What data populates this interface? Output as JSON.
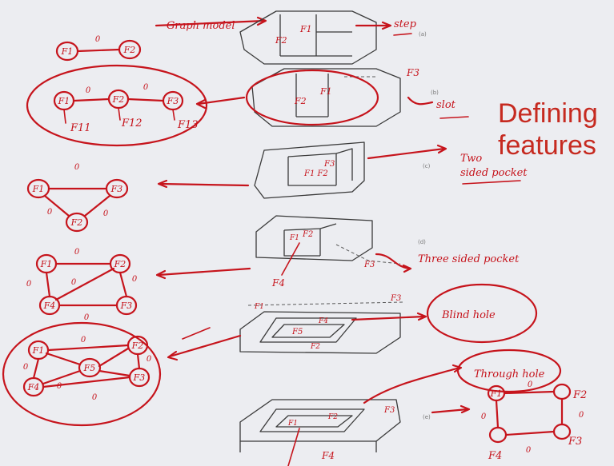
{
  "title": {
    "line1": "Defining",
    "line2": "features"
  },
  "notes": {
    "graph_model": "Graph model"
  },
  "step": {
    "label": "step",
    "fig": "(a)",
    "part_f1": "F1",
    "part_f2": "F2",
    "graph": {
      "nodes": [
        "F1",
        "F2"
      ],
      "edges": [
        "0"
      ]
    }
  },
  "slot": {
    "label": "slot",
    "fig": "(b)",
    "part_f1": "F1",
    "part_f2": "F2",
    "part_f3": "F3",
    "graph": {
      "nodes": [
        "F1",
        "F2",
        "F3"
      ],
      "edges": [
        "0",
        "0"
      ],
      "subnodes": [
        "F11",
        "F12",
        "F13"
      ]
    }
  },
  "two_sided_pocket": {
    "label_line1": "Two",
    "label_line2": "sided pocket",
    "fig": "(c)",
    "part_f3": "F3",
    "part_f1f2": "F1 F2",
    "graph": {
      "nodes": [
        "F1",
        "F3",
        "F2"
      ],
      "edges": [
        "0",
        "0",
        "0"
      ]
    }
  },
  "three_sided_pocket": {
    "label": "Three sided pocket",
    "fig": "(d)",
    "part_f1": "F1",
    "part_f2": "F2",
    "part_f3": "F3",
    "part_f4": "F4",
    "graph": {
      "nodes": [
        "F1",
        "F2",
        "F4",
        "F3"
      ],
      "edges": [
        "0",
        "0",
        "0",
        "0",
        "0"
      ]
    }
  },
  "blind_hole": {
    "label": "Blind hole",
    "part_f1": "F1",
    "part_f2": "F2",
    "part_f3": "F3",
    "part_f4": "F4",
    "part_f5": "F5",
    "graph": {
      "nodes": [
        "F1",
        "F2",
        "F5",
        "F4",
        "F3"
      ],
      "edges": [
        "0",
        "0",
        "0",
        "0",
        "0"
      ]
    }
  },
  "through_hole": {
    "label": "Through hole",
    "fig": "(e)",
    "part_f1": "F1",
    "part_f2": "F2",
    "part_f3": "F3",
    "part_f4": "F4",
    "graph": {
      "nodes": [
        "F1",
        "F2",
        "F3",
        "F4"
      ],
      "edges": [
        "0",
        "0",
        "0",
        "0"
      ]
    }
  }
}
